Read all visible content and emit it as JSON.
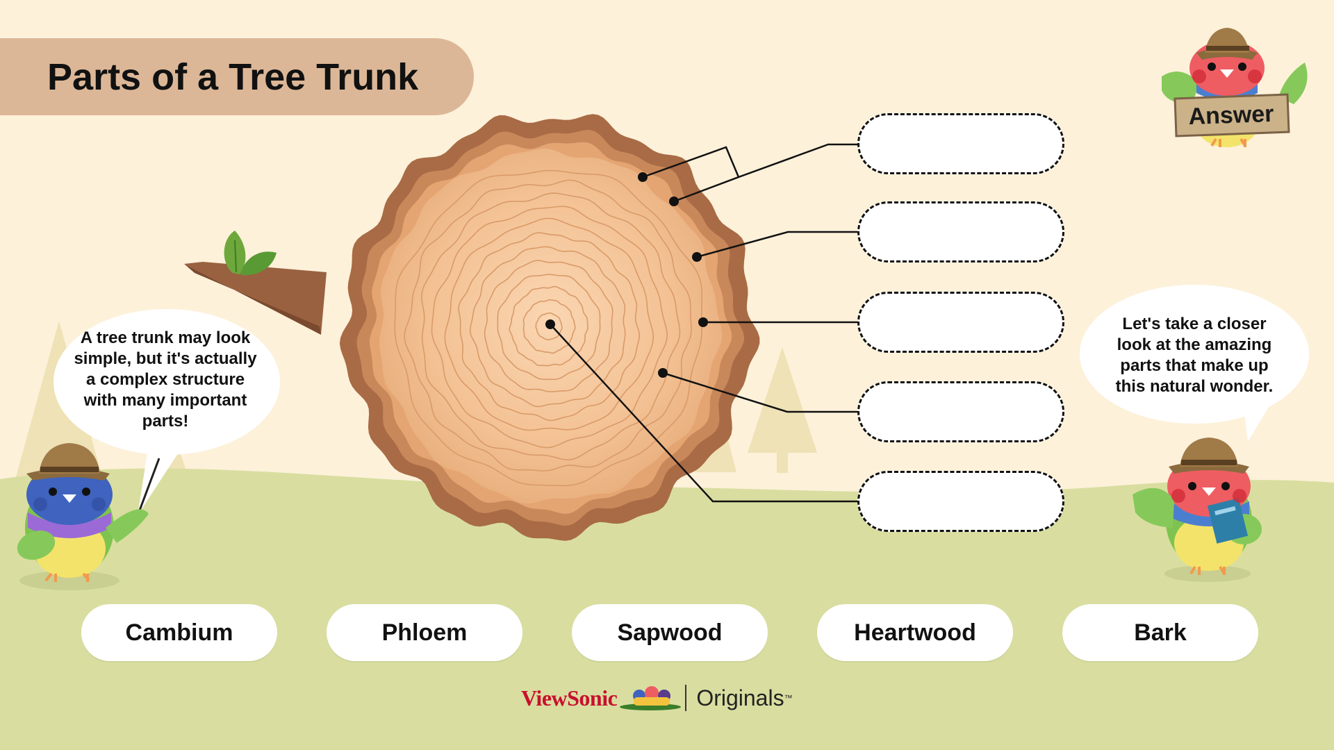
{
  "title": "Parts of a Tree Trunk",
  "answer_button_label": "Answer",
  "left_bubble_text": "A tree trunk may look simple, but it's actually a complex structure with many important parts!",
  "right_bubble_text": "Let's take a closer look at the amazing parts that make up this natural wonder.",
  "word_bank": [
    {
      "label": "Cambium"
    },
    {
      "label": "Phloem"
    },
    {
      "label": "Sapwood"
    },
    {
      "label": "Heartwood"
    },
    {
      "label": "Bark"
    }
  ],
  "answer_slots": [
    {
      "value": ""
    },
    {
      "value": ""
    },
    {
      "value": ""
    },
    {
      "value": ""
    },
    {
      "value": ""
    }
  ],
  "footer": {
    "brand": "ViewSonic",
    "divider_text": "Originals",
    "trademark": "™"
  },
  "colors": {
    "background": "#fdf1da",
    "ground": "#d9dea0",
    "title_banner": "#dcb797",
    "bark": "#a86b45",
    "wood_light": "#f9cfa6",
    "brand_red": "#c8102e"
  },
  "icons": {
    "tree_slice": "tree-trunk-cross-section-icon",
    "guide_left": "bird-ranger-blue-icon",
    "guide_right": "bird-ranger-red-book-icon",
    "guide_answer": "bird-ranger-red-sign-icon"
  }
}
